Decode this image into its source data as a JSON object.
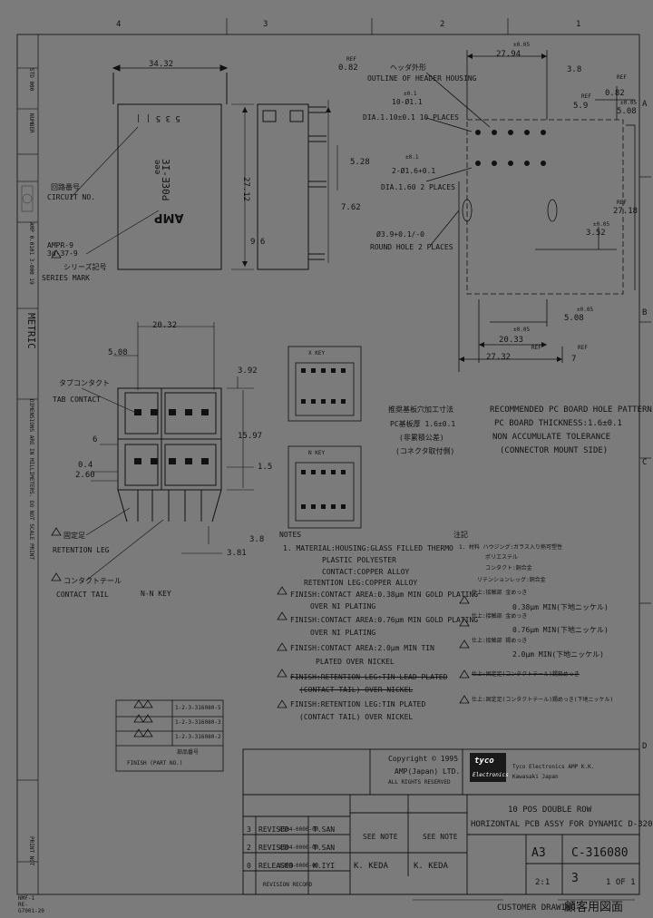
{
  "border": {
    "top_zone_labels": [
      "4",
      "3",
      "2",
      "1"
    ],
    "right_zone_labels": [
      "A",
      "B",
      "C",
      "D"
    ],
    "left_vertical_text": [
      "PRINT NOT",
      "DIMENSIONS ARE IN MILLIMETERS. DO NOT SCALE PRINT",
      "METRIC",
      "AMP 0.0101 3-000 19",
      "NUMBER",
      "STD 000"
    ],
    "left_bottom_tiny": "NMF-1 RE-G7001-20"
  },
  "views": {
    "dim_34_32": "34.32",
    "dim_27_12": "27.12",
    "dim_5_28": "5.28",
    "dim_7_62": "7.62",
    "dim_9_6": "9.6",
    "part_text_1": "5 3 5 | |",
    "part_text_2": "3I-Ǝ30Ԁ",
    "part_text_3": "ǝǝǝ",
    "part_logo": "AMP",
    "circuit_no_jp": "回路番号",
    "circuit_no": "CIRCUIT NO.",
    "ampr_label": "AMPR-9\n3d-37-9",
    "series_mark_jp": "シリーズ記号",
    "series_mark": "SERIES MARK",
    "ref_0_82": "0.82",
    "ref_label": "REF",
    "outline_jp": "ヘッダ外形",
    "outline": "OUTLINE OF HEADER HOUSING",
    "dia_top_tol": "±0.1",
    "dia_top_val": "10-Ø1.1",
    "dia_top_text": "DIA.1.10±0.1 10 PLACES",
    "dia_mid_tol": "±0.1",
    "dia_mid_val": "2-Ø1.6+0.1",
    "dia_mid_text": "DIA.1.60 2 PLACES",
    "round_hole_tol": "Ø3.9+0.1/-0",
    "round_hole_text": "ROUND HOLE 2 PLACES",
    "dim_27_94": "27.94",
    "dim_3_8": "3.8",
    "dim_5_9": "5.9",
    "dim_5_08": "5.08",
    "dim_0_82": "0.82",
    "dim_27_18": "27.18",
    "dim_3_52": "3.52",
    "dim_5_08b": "5.08",
    "dim_20_33": "20.33",
    "dim_27_32": "27.32",
    "dim_7": "7",
    "tol_005": "±0.05",
    "dim_20_32": "20.32",
    "dim_5_08c": "5.08",
    "dim_3_92": "3.92",
    "dim_15_97": "15.97",
    "dim_6": "6",
    "dim_0_4": "0.4",
    "dim_2_60": "2.60",
    "dim_1_5": "1.5",
    "dim_3_8b": "3.8",
    "dim_3_81": "3.81",
    "tab_contact_jp": "タブコンタクト",
    "tab_contact": "TAB CONTACT",
    "retention_jp": "固定足",
    "retention": "RETENTION LEG",
    "contact_tail_jp": "コンタクトテール",
    "contact_tail": "CONTACT TAIL",
    "key_label": "N-N KEY",
    "x_key": "X KEY",
    "n_key": "N KEY"
  },
  "hole_pattern": {
    "line1": "RECOMMENDED PC BOARD HOLE PATTERN",
    "line2": "PC BOARD THICKNESS:1.6±0.1",
    "line3": "NON ACCUMULATE TOLERANCE",
    "line4": "(CONNECTOR MOUNT SIDE)",
    "jp1": "推奨基板穴加工寸法",
    "jp2": "PC基板厚 1.6±0.1",
    "jp3": "(非累積公差)",
    "jp4": "(コネクタ取付側)"
  },
  "notes": {
    "title": "NOTES",
    "items": [
      "1. MATERIAL:HOUSING:GLASS FILLED THERMO",
      "PLASTIC POLYESTER",
      "CONTACT:COPPER ALLOY",
      "RETENTION LEG:COPPER ALLOY",
      "FINISH:CONTACT AREA:0.38μm MIN GOLD PLATING",
      "OVER NI PLATING",
      "FINISH:CONTACT AREA:0.76μm MIN GOLD PLATING",
      "OVER NI PLATING",
      "FINISH:CONTACT AREA:2.0μm MIN TIN",
      "PLATED OVER NICKEL",
      "FINISH:RETENTION LEG:TIN-LEAD PLATED",
      "(CONTACT TAIL) OVER NICKEL",
      "FINISH:RETENTION LEG:TIN PLATED",
      "(CONTACT TAIL) OVER NICKEL"
    ],
    "jp_title": "注記",
    "jp_items": [
      "1. 材料 ハウジング:ガラス入り熱可塑性",
      "ポリエステル",
      "コンタクト:銅合金",
      "リテンションレッグ:銅合金",
      "仕上:接触部 金めっき",
      "0.38μm MIN(下地ニッケル)",
      "仕上:接触部 金めっき",
      "0.76μm MIN(下地ニッケル)",
      "仕上:接触部 錫めっき",
      "2.0μm MIN(下地ニッケル)",
      "仕上:固定足(コンタクトテール)錫鉛めっき",
      "仕上:固定足(コンタクトテール)錫めっき(下地ニッケル)"
    ]
  },
  "finish_table": {
    "rows": [
      "1-2-3-316080-5",
      "1-2-3-316080-3",
      "1-2-3-316080-2"
    ],
    "footer_jp": "部品番号",
    "footer": "FINISH (PART NO.)"
  },
  "title_block": {
    "copyright": "Copyright © 1995",
    "company1": "AMP(Japan) LTD.",
    "company2": "ALL RIGHTS RESERVED",
    "tyco_logo": "tyco",
    "electronics": "Electronics",
    "tyco_name": "Tyco Electronics AMP K.K.",
    "tyco_city": "Kawasaki Japan",
    "title_line1": "10 POS DOUBLE ROW",
    "title_line2": "HORIZONTAL PCB ASSY FOR DYNAMIC D-3200",
    "drawing_no": "C-316080",
    "size": "A3",
    "rev": "3",
    "scale": "2:1",
    "sheet": "1 OF 1",
    "material": "SEE NOTE",
    "finish": "SEE NOTE",
    "drawn_by": "K. KEDA",
    "checked_by": "K. KEDA",
    "revs": [
      {
        "ltr": "3",
        "desc": "REVISED",
        "ec": "E504-0000-00",
        "by": "T.SAN"
      },
      {
        "ltr": "2",
        "desc": "REVISED",
        "ec": "E504-0000-00",
        "by": "T.SAN"
      },
      {
        "ltr": "0",
        "desc": "RELEASED",
        "ec": "E304-0000-00",
        "by": "K.IYI"
      }
    ],
    "rev_hdr": "REVISION RECORD",
    "footer_label": "CUSTOMER DRAWING",
    "footer_jp": "顧客用図面"
  }
}
